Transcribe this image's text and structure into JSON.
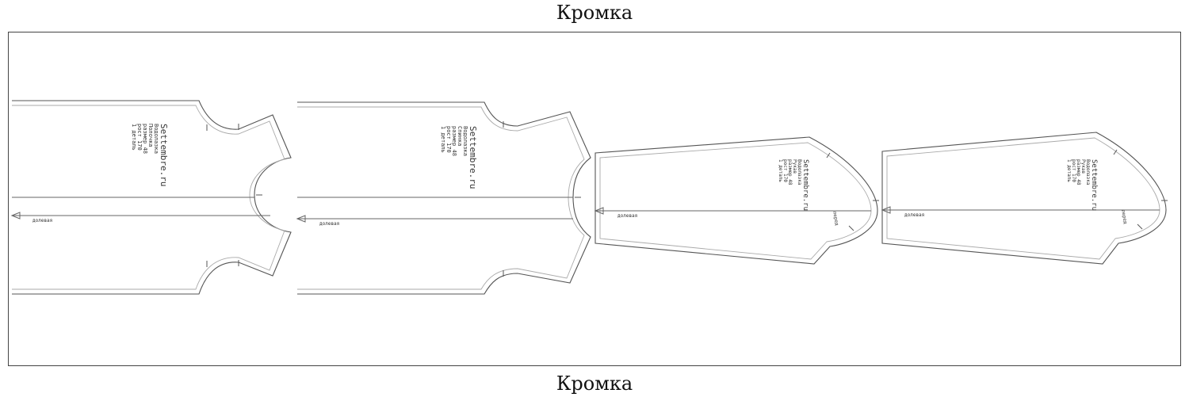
{
  "edge_labels": {
    "top": "Кромка",
    "bottom": "Кромка"
  },
  "pieces": {
    "front": {
      "site": "Settembre.ru",
      "lines": [
        "Водолазка",
        "Полочка",
        "размер 48",
        "рост 170",
        "1 деталь"
      ],
      "grain_label": "долевая"
    },
    "back": {
      "site": "Settembre.ru",
      "lines": [
        "Водолазка",
        "Спинка",
        "размер 48",
        "рост 170",
        "1 деталь"
      ],
      "grain_label": "долевая"
    },
    "sleeve_1": {
      "site": "Settembre.ru",
      "lines": [
        "Водолазка",
        "Рукав",
        "размер 48",
        "рост 170",
        "1 деталь"
      ],
      "grain_label": "долевая",
      "cap_label": "перед"
    },
    "sleeve_2": {
      "site": "Settembre.ru",
      "lines": [
        "Водолазка",
        "Рукав",
        "размер 48",
        "рост 170",
        "1 деталь"
      ],
      "grain_label": "долевая",
      "cap_label": "перед"
    }
  }
}
